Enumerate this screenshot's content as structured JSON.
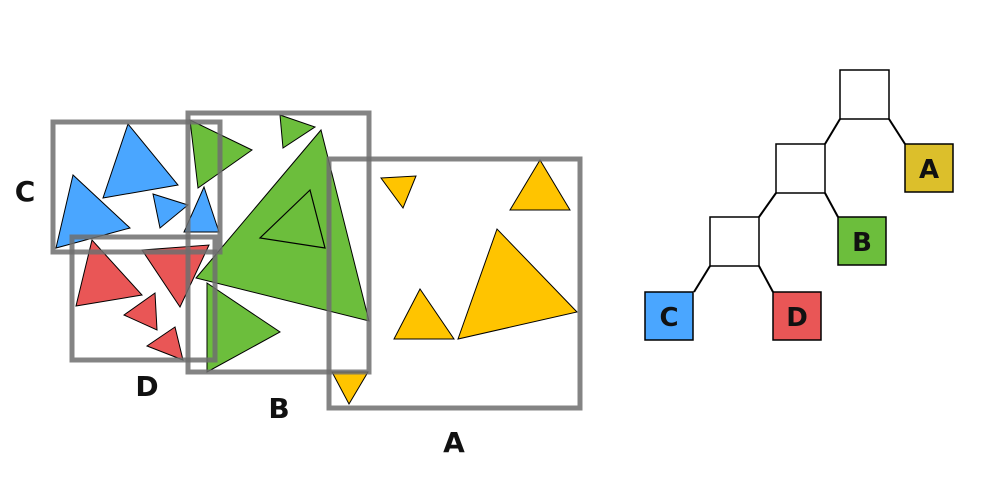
{
  "colors": {
    "blue": "#4aa6ff",
    "red": "#e95656",
    "green": "#6cbe3c",
    "yellow": "#ffc400",
    "leaf_a": "#dcbf2b",
    "box_gray": "#6f6f6f",
    "internal_node": "#ffffff"
  },
  "region_labels": {
    "a": "A",
    "b": "B",
    "c": "C",
    "d": "D"
  },
  "tree": {
    "leaf_a": "A",
    "leaf_b": "B",
    "leaf_c": "C",
    "leaf_d": "D"
  }
}
